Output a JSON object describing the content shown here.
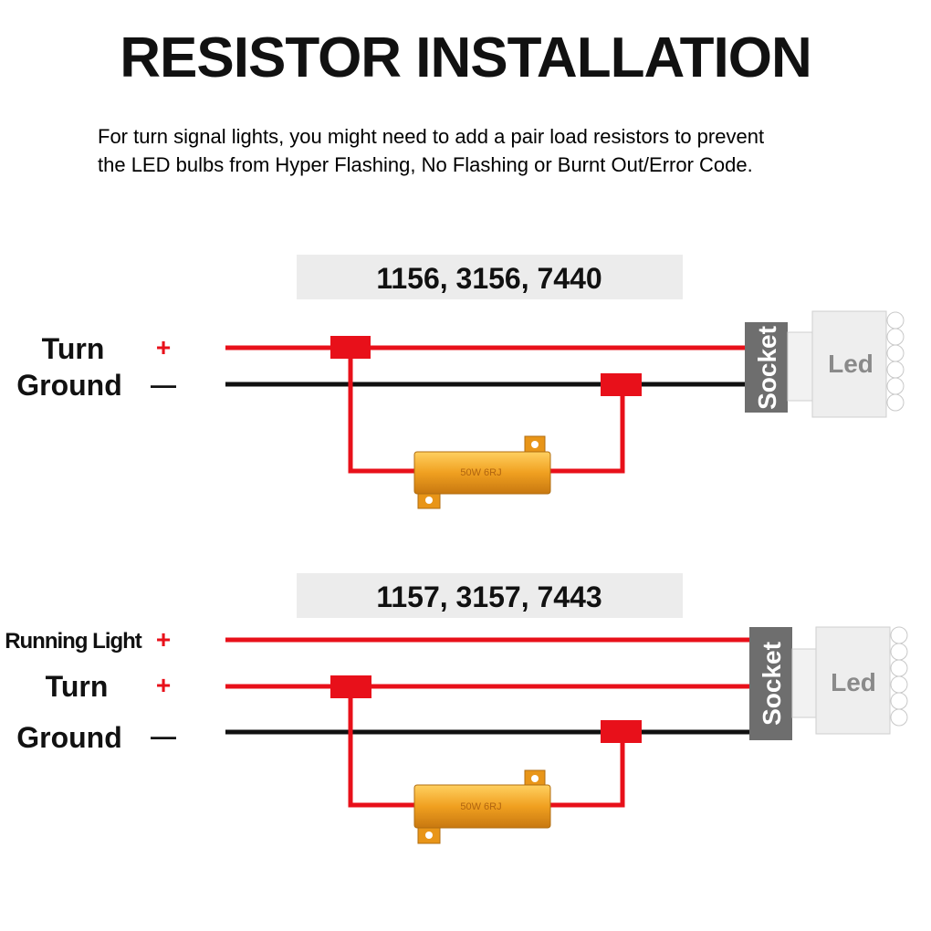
{
  "title": "RESISTOR INSTALLATION",
  "description": {
    "line1": "For turn signal lights, you might need to add a pair load resistors to prevent",
    "line2": "the LED bulbs from Hyper Flashing, No Flashing or Burnt Out/Error Code."
  },
  "colors": {
    "positive_wire": "#e8101a",
    "ground_wire": "#111111",
    "resistor": "#f0a020",
    "socket": "#6e6e6e",
    "led": "#eeeeee",
    "label_band": "#ececec"
  },
  "diagrams": [
    {
      "models": "1156, 3156, 7440",
      "wires": [
        {
          "label": "Turn",
          "polarity": "+"
        },
        {
          "label": "Ground",
          "polarity": "—"
        }
      ],
      "resistor_label": "50W 6RJ",
      "socket_label": "Socket",
      "bulb_label": "Led"
    },
    {
      "models": "1157, 3157, 7443",
      "wires": [
        {
          "label": "Running Light",
          "polarity": "+"
        },
        {
          "label": "Turn",
          "polarity": "+"
        },
        {
          "label": "Ground",
          "polarity": "—"
        }
      ],
      "resistor_label": "50W 6RJ",
      "socket_label": "Socket",
      "bulb_label": "Led"
    }
  ]
}
